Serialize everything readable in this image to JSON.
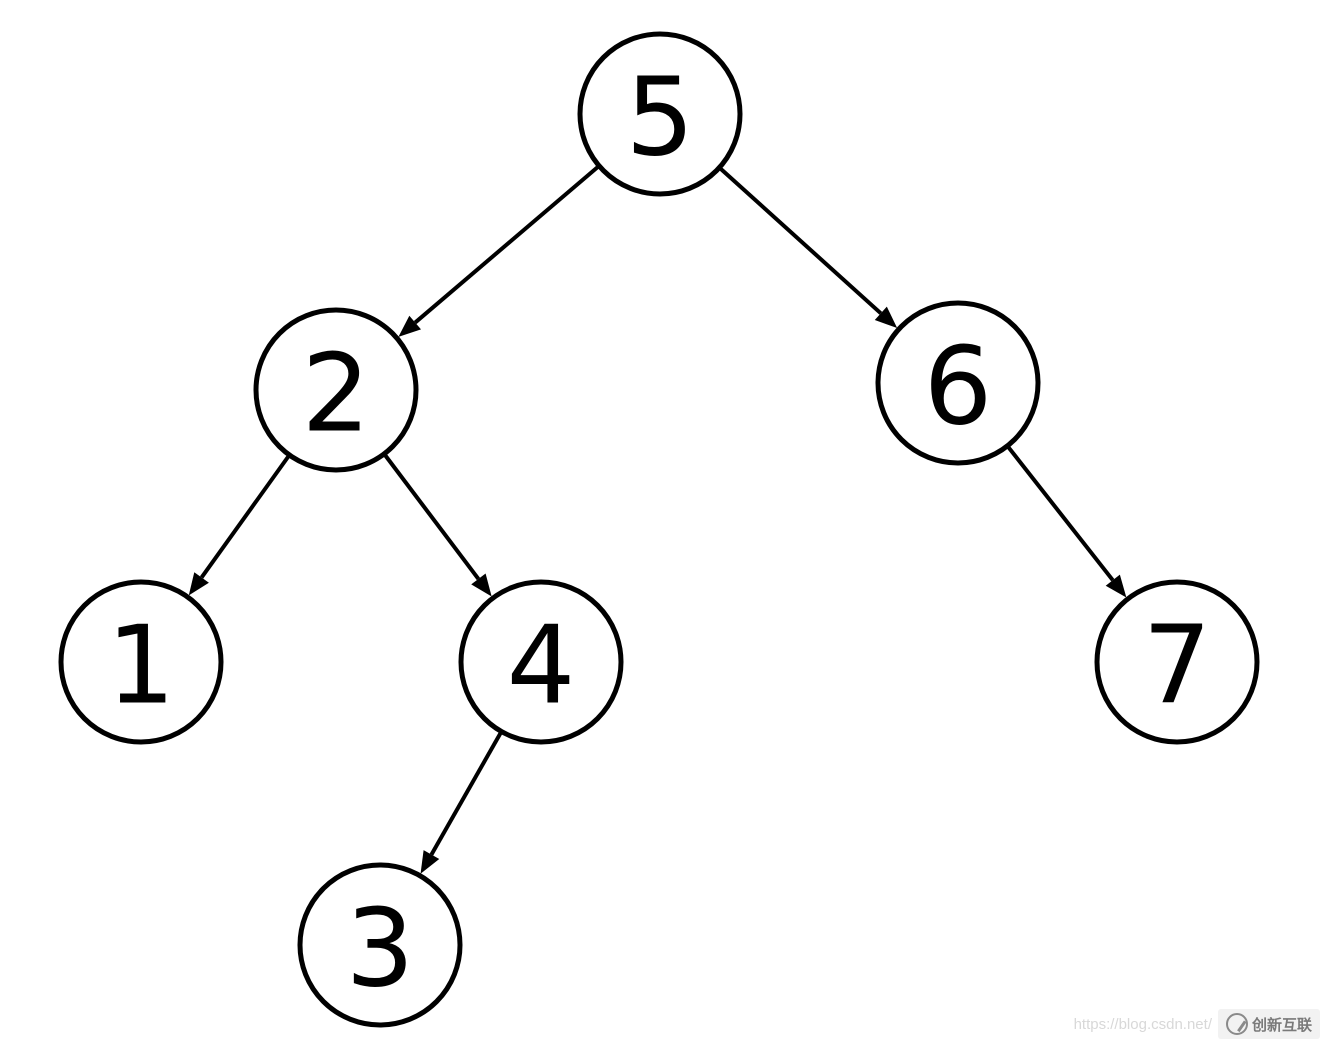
{
  "diagram": {
    "nodes": [
      {
        "id": "n5",
        "label": "5"
      },
      {
        "id": "n2",
        "label": "2"
      },
      {
        "id": "n6",
        "label": "6"
      },
      {
        "id": "n1",
        "label": "1"
      },
      {
        "id": "n4",
        "label": "4"
      },
      {
        "id": "n7",
        "label": "7"
      },
      {
        "id": "n3",
        "label": "3"
      }
    ],
    "edges": [
      {
        "from": "n5",
        "to": "n2"
      },
      {
        "from": "n5",
        "to": "n6"
      },
      {
        "from": "n2",
        "to": "n1"
      },
      {
        "from": "n2",
        "to": "n4"
      },
      {
        "from": "n6",
        "to": "n7"
      },
      {
        "from": "n4",
        "to": "n3"
      }
    ]
  },
  "watermark": {
    "url_text": "https://blog.csdn.net/",
    "brand_text": "创新互联"
  }
}
